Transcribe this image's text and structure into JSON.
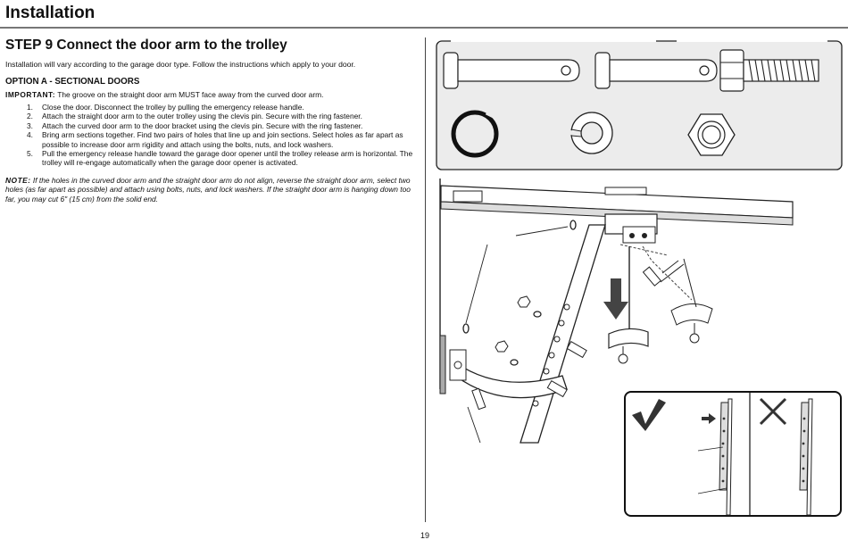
{
  "header": {
    "title": "Installation"
  },
  "step": {
    "title": "STEP 9 Connect the door arm to the trolley"
  },
  "intro": "Installation will vary according to the garage door type. Follow the instructions which apply to your door.",
  "option": {
    "title": "OPTION A - SECTIONAL DOORS"
  },
  "important": {
    "label": "IMPORTANT:",
    "text": " The groove on the straight door arm MUST face away from the curved door arm."
  },
  "steps": [
    {
      "num": "1.",
      "text": "Close the door. Disconnect the trolley by pulling the emergency release handle."
    },
    {
      "num": "2.",
      "text": "Attach the straight door arm to the outer trolley using the clevis pin. Secure with the ring fastener."
    },
    {
      "num": "3.",
      "text": "Attach the curved door arm to the door bracket using the clevis pin. Secure with the ring fastener."
    },
    {
      "num": "4.",
      "text": "Bring arm sections together. Find two pairs of holes that line up and join sections. Select holes as far apart as possible to increase door arm rigidity and attach using the bolts, nuts, and lock washers."
    },
    {
      "num": "5.",
      "text": "Pull the emergency release handle toward the garage door opener until the trolley release arm is horizontal. The trolley will re-engage automatically when the garage door opener is activated."
    }
  ],
  "note": {
    "label": "NOTE:",
    "text": " If the holes in the curved door arm and the straight door arm do not align, reverse the straight door arm, select two holes (as far apart as possible) and attach using bolts, nuts, and lock washers. If the straight door arm is hanging down too far, you may cut 6\" (15 cm) from the solid end."
  },
  "page_number": "19",
  "icons": {
    "correct": "checkmark-icon",
    "incorrect": "x-mark-icon",
    "direction": "down-arrow-icon"
  }
}
